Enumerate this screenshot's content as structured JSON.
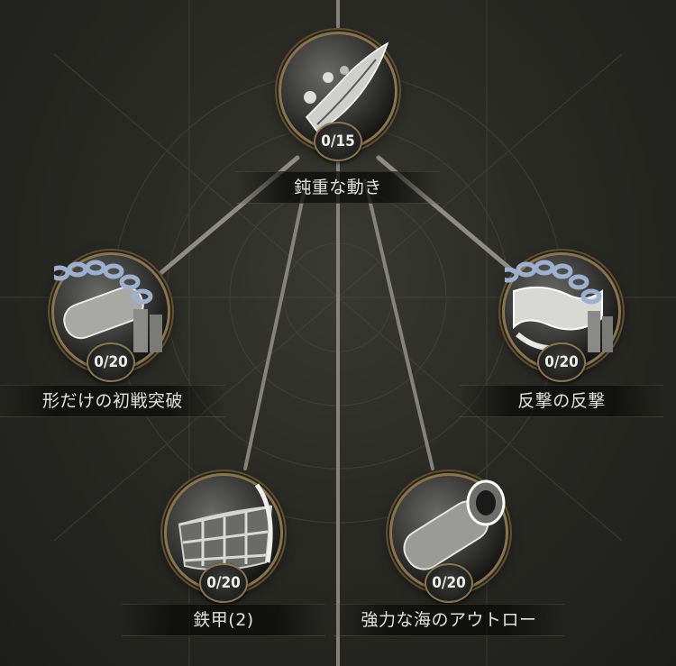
{
  "skills": [
    {
      "id": "root",
      "name": "鈍重な動き",
      "count": "0/15",
      "icon": "feathered-blade-icon"
    },
    {
      "id": "left",
      "name": "形だけの初戦突破",
      "count": "0/20",
      "icon": "chained-cannon-icon"
    },
    {
      "id": "right",
      "name": "反撃の反撃",
      "count": "0/20",
      "icon": "chained-wave-icon"
    },
    {
      "id": "bottom-left",
      "name": "鉄甲(2)",
      "count": "0/20",
      "icon": "ship-hull-icon"
    },
    {
      "id": "bottom-right",
      "name": "強力な海のアウトロー",
      "count": "0/20",
      "icon": "cannon-icon"
    }
  ],
  "colors": {
    "frame": "#8a7450",
    "line": "#8f8c84",
    "text": "#e2e2dc"
  }
}
